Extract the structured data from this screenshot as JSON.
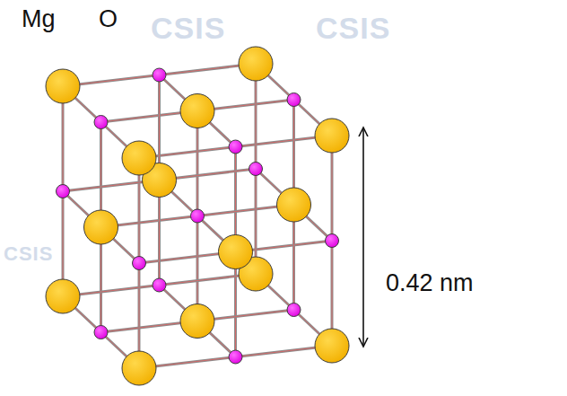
{
  "diagram": {
    "labels": [
      "Mg",
      "O",
      "CSIS",
      "CSIS",
      "CSIS",
      "0.42 nm"
    ]
  }
}
